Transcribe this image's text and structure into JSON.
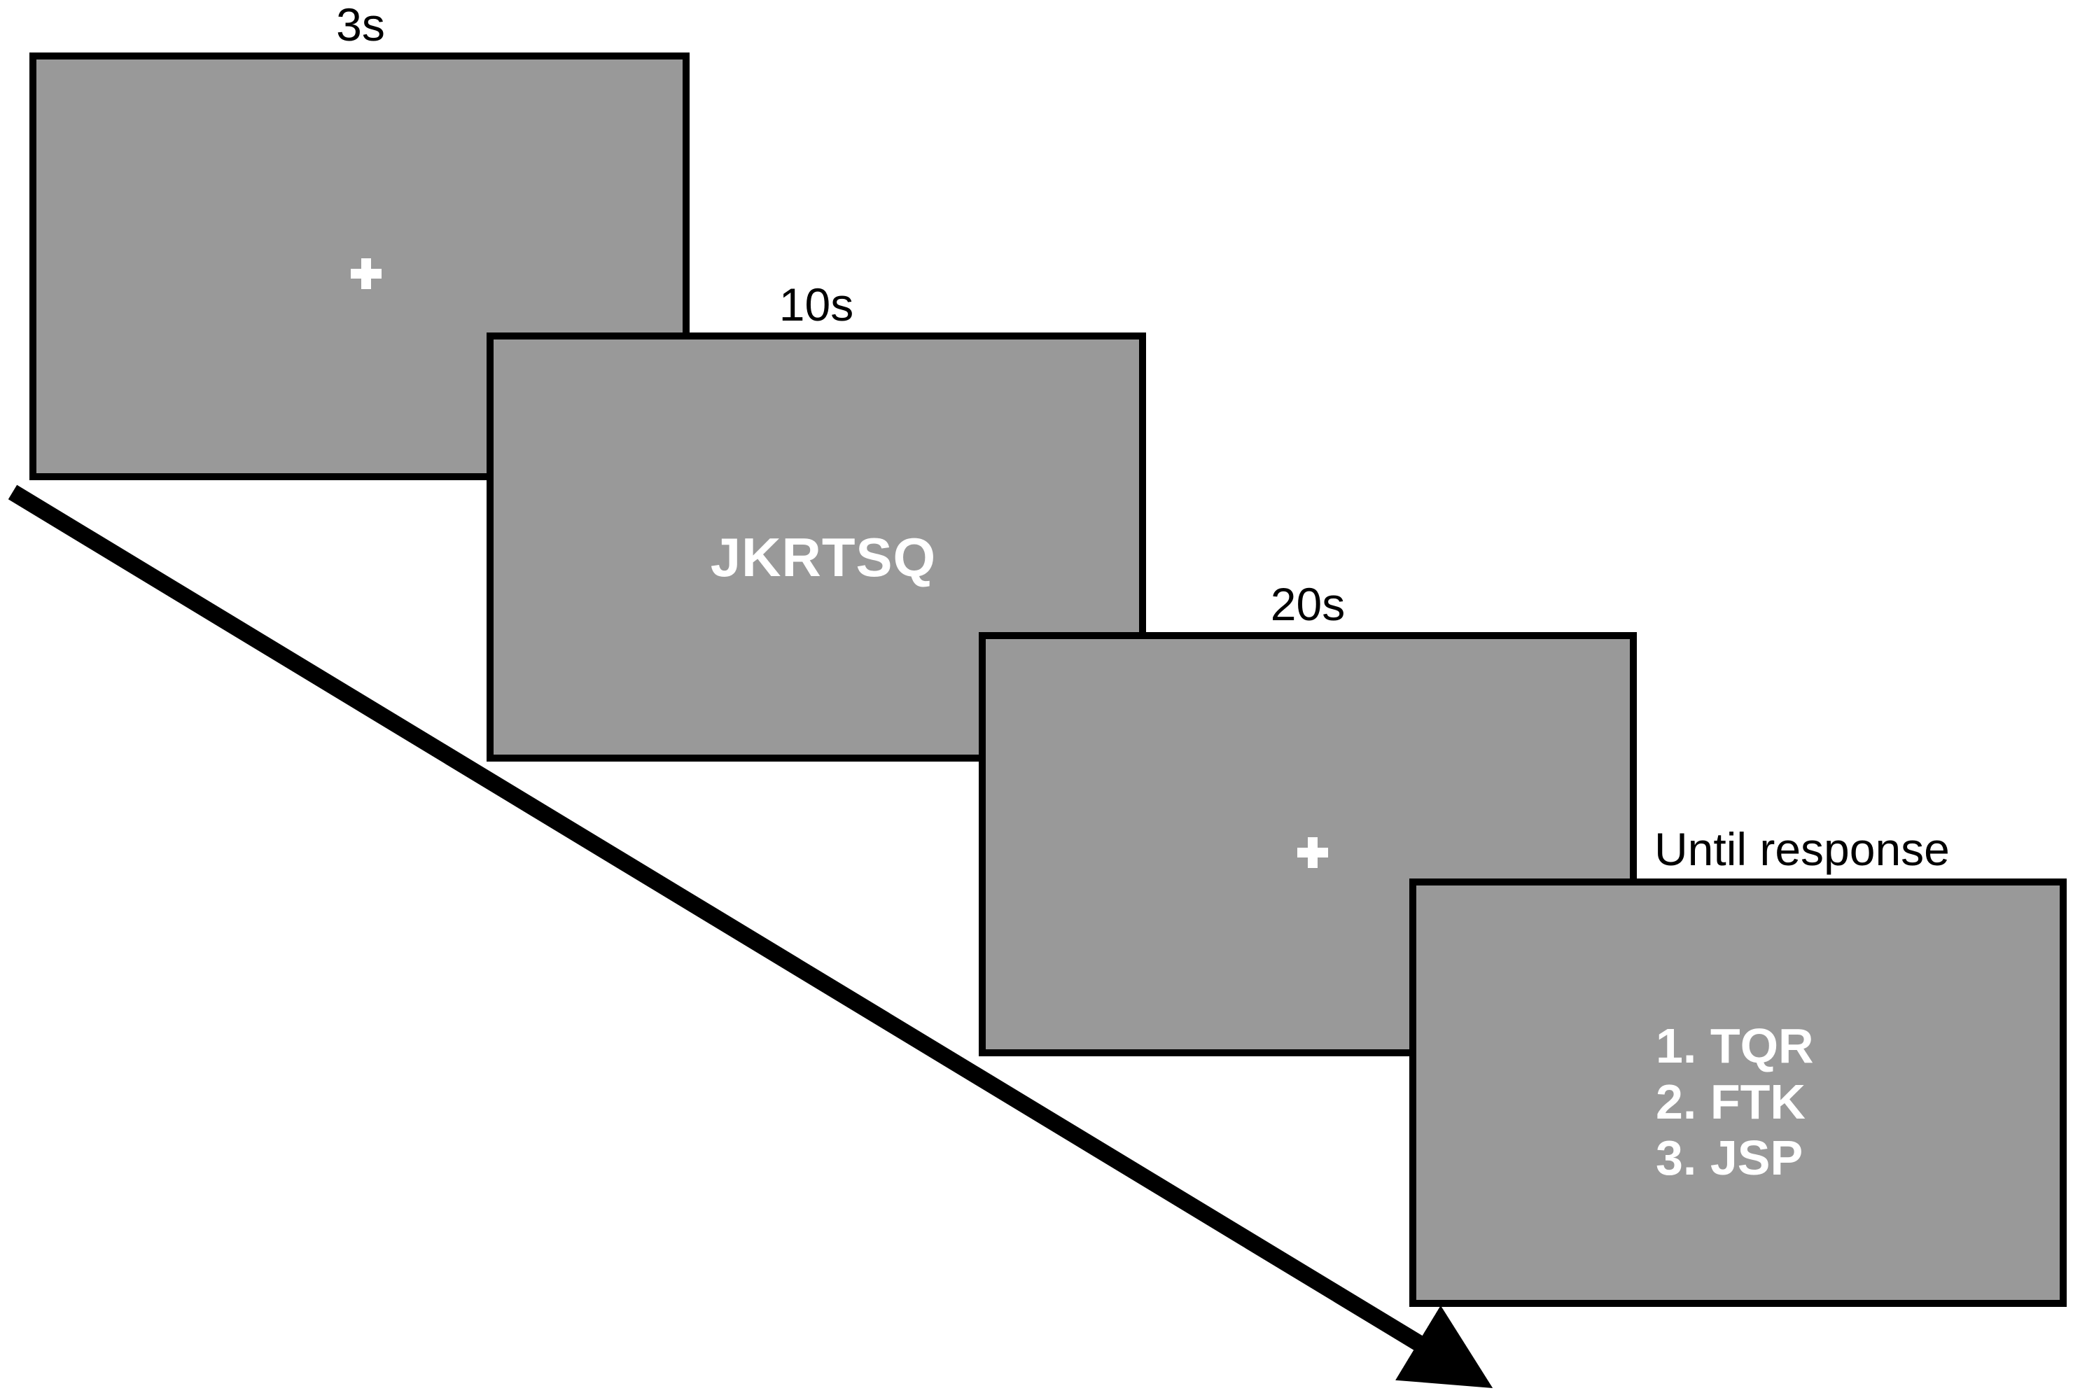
{
  "figure": {
    "type": "trial-sequence-diagram",
    "background_color": "#ffffff",
    "screen_fill_color": "#999999",
    "screen_border_color": "#000000",
    "text_on_screen_color": "#ffffff",
    "caption_color": "#000000",
    "arrow_color": "#000000"
  },
  "screens": [
    {
      "id": "fixation-1",
      "duration_label": "3s",
      "content_kind": "fixation-cross",
      "cross_glyph": "+"
    },
    {
      "id": "encoding",
      "duration_label": "10s",
      "content_kind": "letter-string",
      "stimulus": "JKRTSQ"
    },
    {
      "id": "retention",
      "duration_label": "20s",
      "content_kind": "fixation-cross",
      "cross_glyph": "+"
    },
    {
      "id": "response",
      "duration_label": "Until response",
      "content_kind": "option-list",
      "options": [
        "1. TQR",
        "2. FTK",
        "3. JSP"
      ]
    }
  ]
}
